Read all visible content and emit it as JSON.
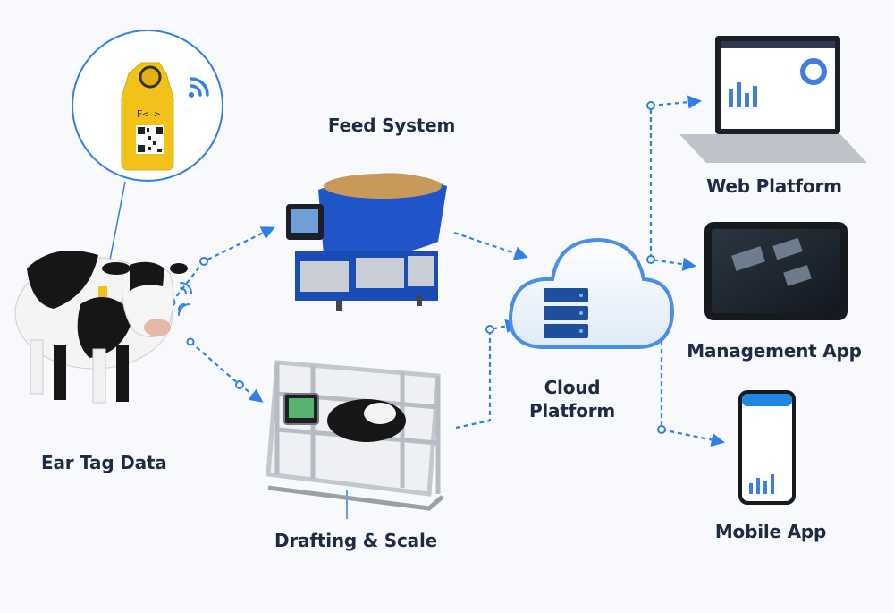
{
  "nodes": {
    "ear_tag": {
      "label": "Ear Tag Data"
    },
    "feed": {
      "label": "Feed System"
    },
    "drafting": {
      "label": "Drafting & Scale"
    },
    "cloud": {
      "label_line1": "Cloud",
      "label_line2": "Platform"
    },
    "web": {
      "label": "Web Platform"
    },
    "management": {
      "label": "Management App"
    },
    "mobile": {
      "label": "Mobile App"
    }
  },
  "colors": {
    "accent": "#2f7fe6",
    "text": "#1f2a44",
    "tag": "#f2c21b",
    "machine_blue": "#1f55c8",
    "feed_grain": "#c89a5a"
  },
  "icons": [
    "cow-icon",
    "ear-tag-icon",
    "wifi-icon",
    "feed-mixer-icon",
    "weigh-crate-icon",
    "cloud-server-icon",
    "laptop-icon",
    "tablet-icon",
    "phone-icon"
  ]
}
